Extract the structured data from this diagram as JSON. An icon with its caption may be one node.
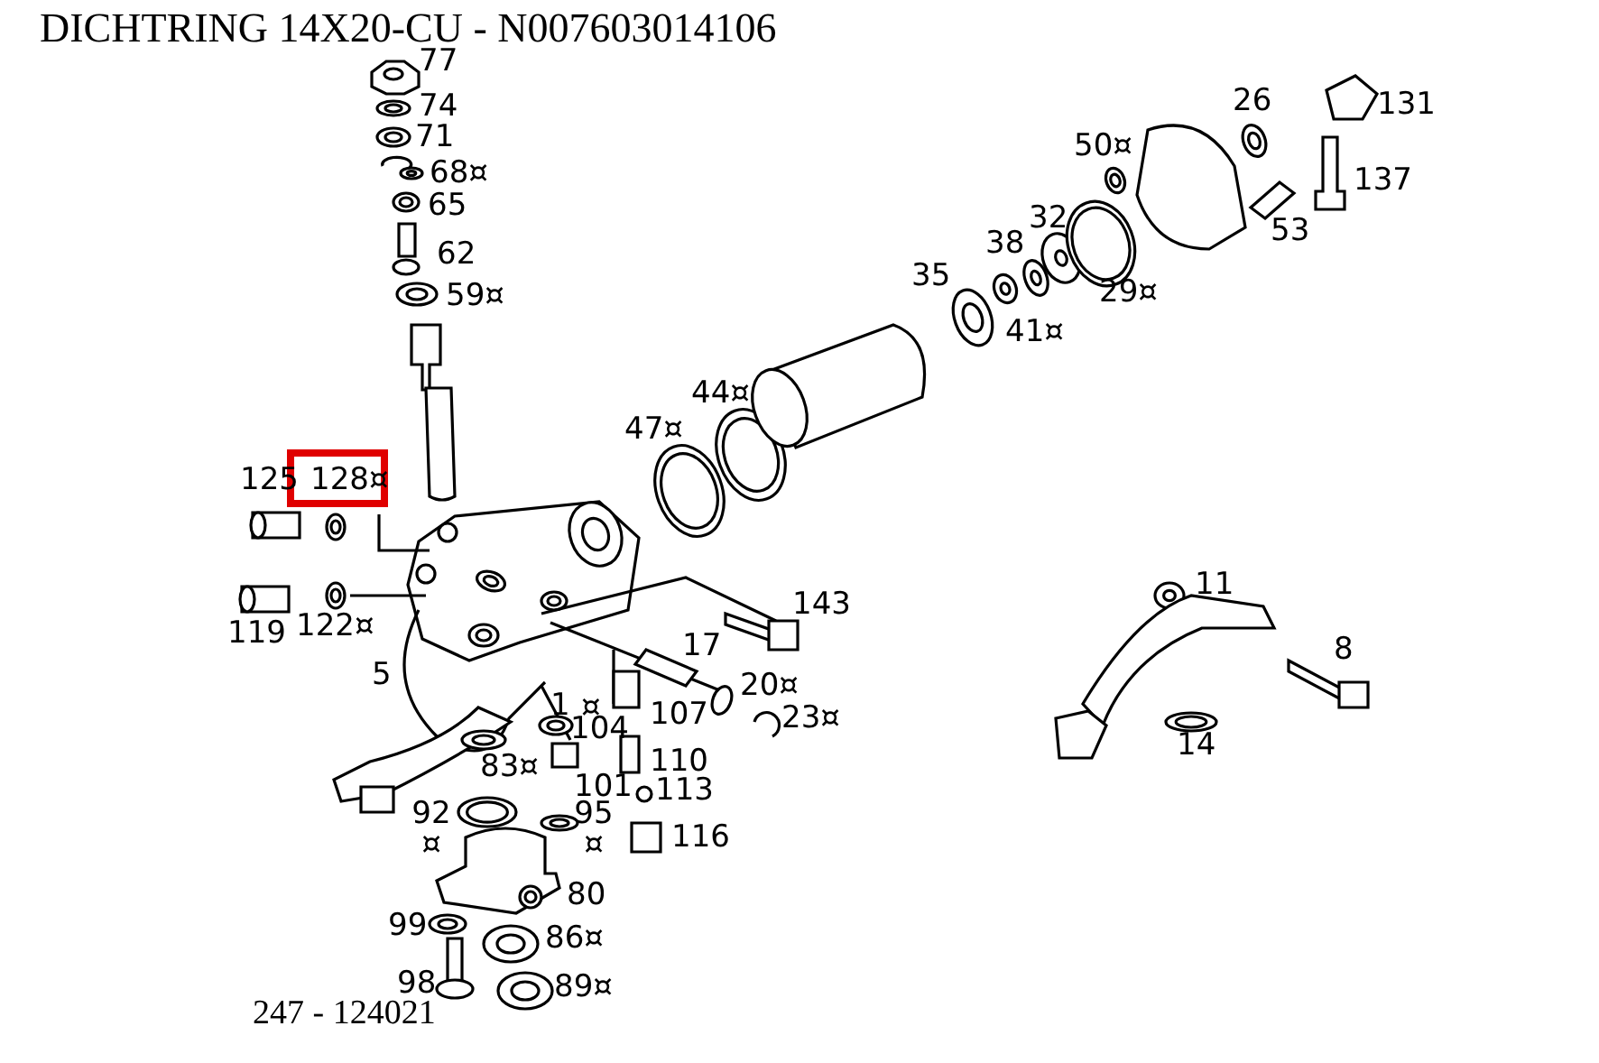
{
  "diagram": {
    "title": "DICHTRING 14X20-CU - N007603014106",
    "caption": "247 - 124021",
    "labels": [
      "77",
      "74",
      "71",
      "68¤",
      "26",
      "131",
      "50¤",
      "65",
      "137",
      "32",
      "53",
      "38",
      "62",
      "35",
      "59¤",
      "29¤",
      "41¤",
      "44¤",
      "47¤",
      "125",
      "128¤",
      "11",
      "143",
      "119",
      "122¤",
      "17",
      "8",
      "5",
      "20¤",
      "1",
      "¤",
      "107",
      "23¤",
      "104",
      "14",
      "83¤",
      "110",
      "101",
      "113",
      "92 ¤",
      "95 ¤",
      "116",
      "80",
      "99",
      "86¤",
      "98",
      "89¤"
    ]
  }
}
